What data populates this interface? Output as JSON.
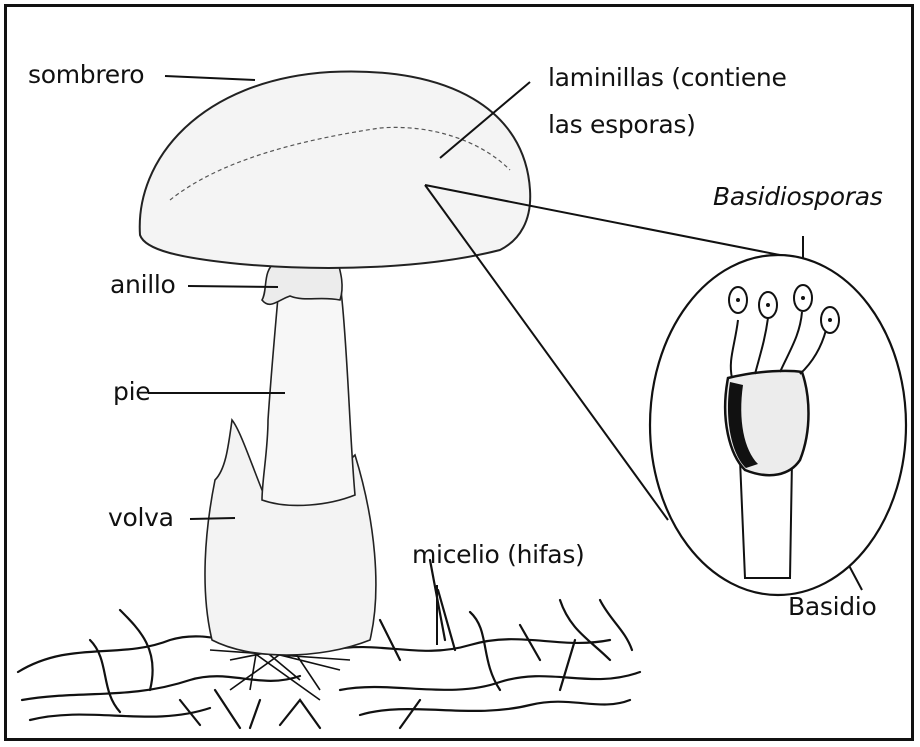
{
  "labels": {
    "sombrero": "sombrero",
    "laminillas_line1": "laminillas (contiene",
    "laminillas_line2": "las esporas)",
    "basidiosporas": "Basidiosporas",
    "anillo": "anillo",
    "pie": "pie",
    "volva": "volva",
    "micelio": "micelio (hifas)",
    "basidio": "Basidio"
  },
  "colors": {
    "ink": "#111111",
    "background": "#ffffff",
    "shade": "#e9e9e9",
    "basidium_wall": "#111111"
  }
}
